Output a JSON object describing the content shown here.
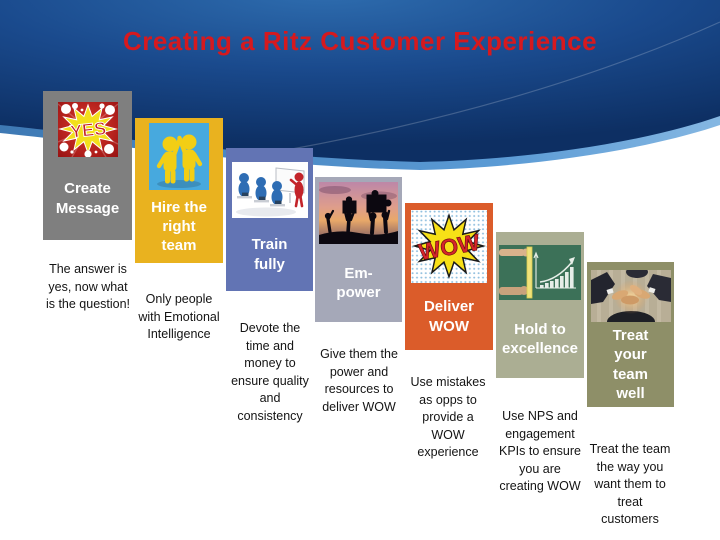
{
  "slide": {
    "title": "Creating a Ritz Customer Experience",
    "title_color": "#D6191E",
    "background": {
      "dark_blue": "#17478A",
      "light_band_blue": "#5B9BD5",
      "base": "#FFFFFF"
    }
  },
  "steps": [
    {
      "id": "create-message",
      "label": "Create\nMessage",
      "description": "The answer is\nyes, now what\nis the question!",
      "color": "#7F7F7F",
      "image": "yes-comic-image"
    },
    {
      "id": "hire-right-team",
      "label": "Hire the\nright\nteam",
      "description": "Only people\nwith Emotional\nIntelligence",
      "color": "#E9B21F",
      "image": "hire-team-image"
    },
    {
      "id": "train-fully",
      "label": "Train\nfully",
      "description": "Devote the\ntime and\nmoney to\nensure quality\nand\nconsistency",
      "color": "#6274B4",
      "image": "training-class-image"
    },
    {
      "id": "empower",
      "label": "Em-\npower",
      "description": "Give them the\npower and\nresources to\ndeliver WOW",
      "color": "#A5A8B8",
      "image": "puzzle-silhouette-image"
    },
    {
      "id": "deliver-wow",
      "label": "Deliver\nWOW",
      "description": "Use mistakes\nas opps to\nprovide a\nWOW\nexperience",
      "color": "#DB5C2A",
      "image": "wow-comic-image"
    },
    {
      "id": "hold-to-excellence",
      "label": "Hold to\nexcellence",
      "description": "Use NPS and\nengagement\nKPIs to ensure\nyou are\ncreating WOW",
      "color": "#ABAE93",
      "image": "growth-chart-image"
    },
    {
      "id": "treat-team-well",
      "label": "Treat\nyour\nteam\nwell",
      "description": "Treat the team\nthe way you\nwant them to\ntreat\ncustomers",
      "color": "#8E8F68",
      "image": "hands-together-image"
    }
  ]
}
